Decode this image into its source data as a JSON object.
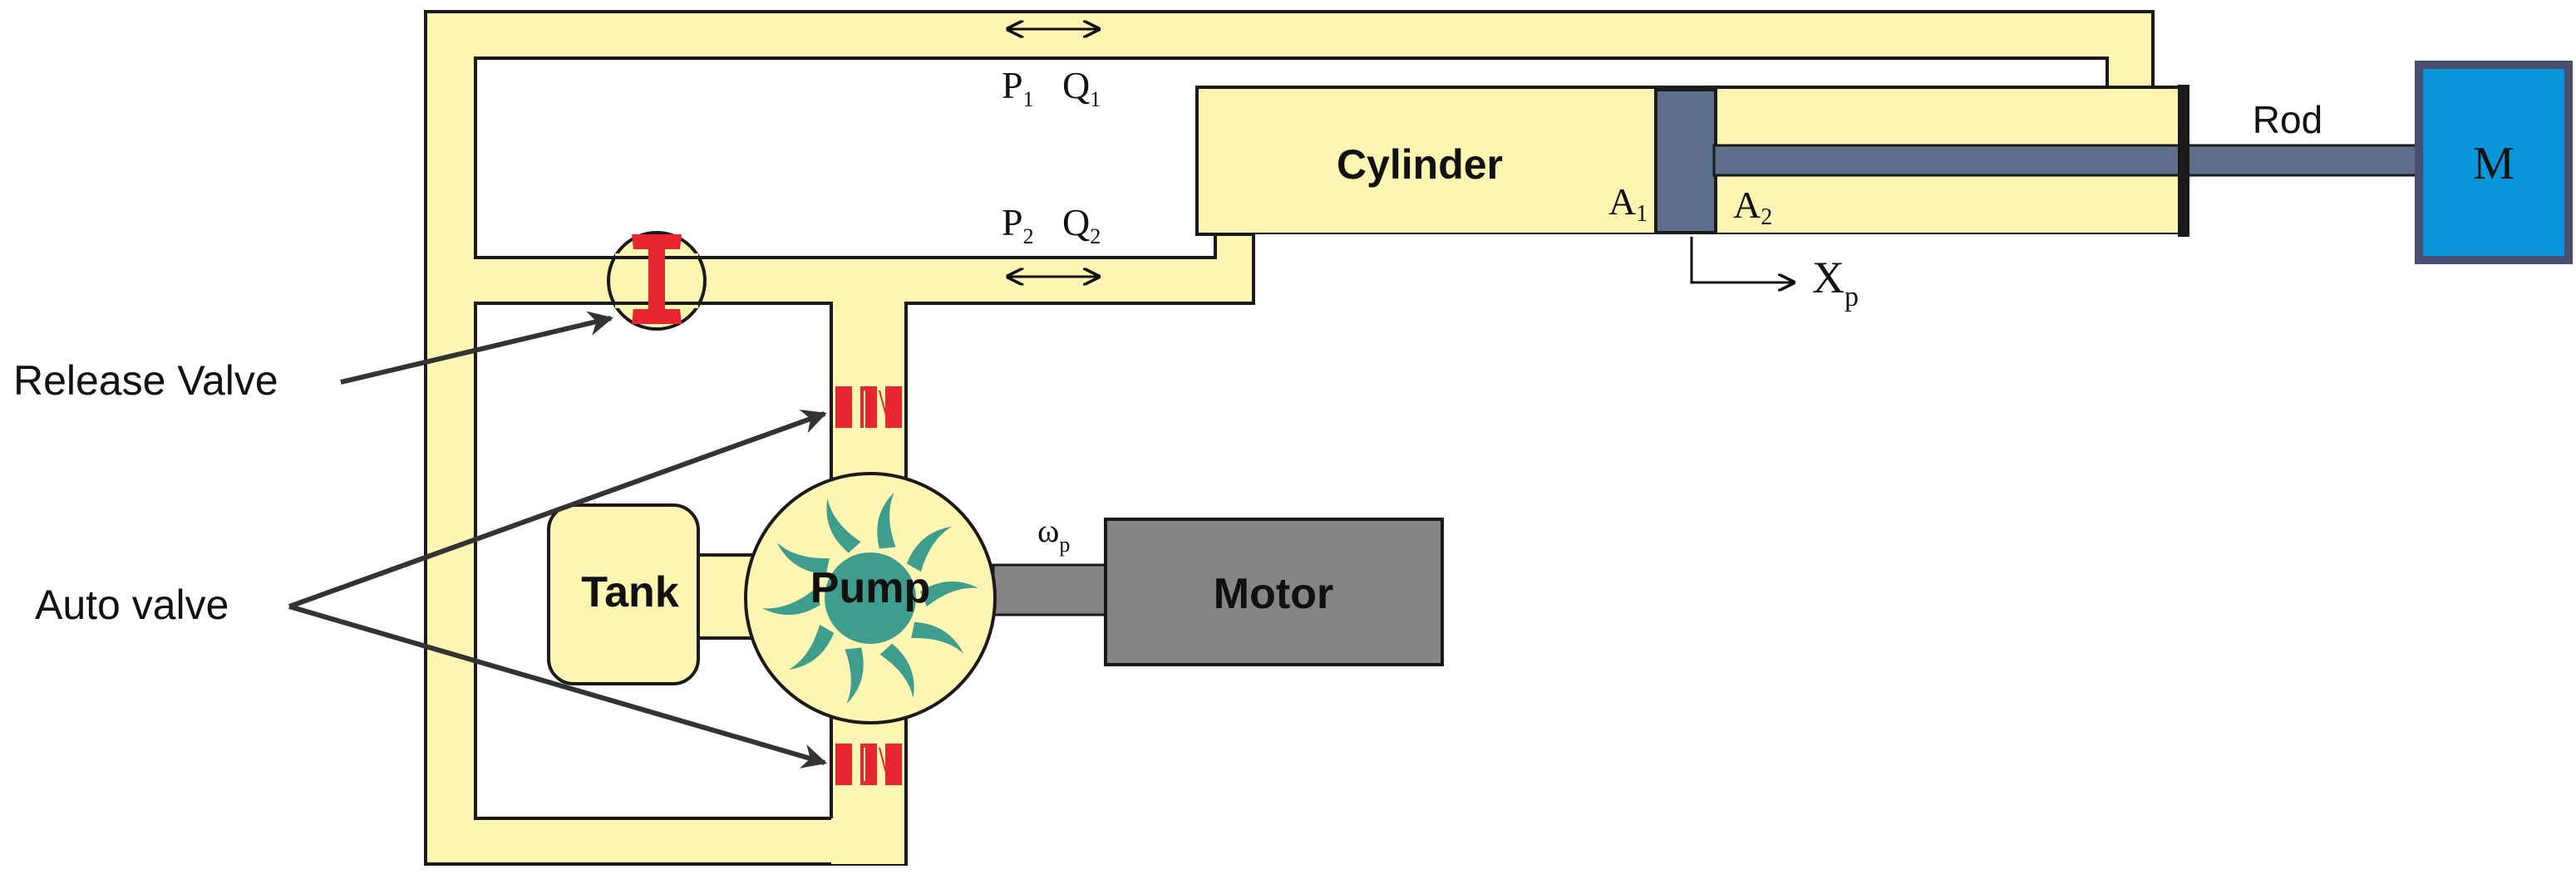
{
  "diagram": {
    "labels": {
      "cylinder": "Cylinder",
      "rod": "Rod",
      "mass": "M",
      "tank": "Tank",
      "pump": "Pump",
      "motor": "Motor",
      "release_valve": "Release Valve",
      "auto_valve": "Auto valve",
      "omega": "ω",
      "omega_sub": "p",
      "xp": "X",
      "xp_sub": "p",
      "p1": "P",
      "p1_sub": "1",
      "q1": "Q",
      "q1_sub": "1",
      "p2": "P",
      "p2_sub": "2",
      "q2": "Q",
      "q2_sub": "2",
      "a1": "A",
      "a1_sub": "1",
      "a2": "A",
      "a2_sub": "2"
    },
    "colors": {
      "fluid": "#fdf6b3",
      "outline": "#1a1a1a",
      "valve_red": "#e8262f",
      "pump_teal": "#3e9d8d",
      "piston": "#5e6f8c",
      "mass_blue": "#0a97d9",
      "mass_border": "#4b4e73",
      "motor_gray": "#858585",
      "pointer": "#333333"
    }
  }
}
